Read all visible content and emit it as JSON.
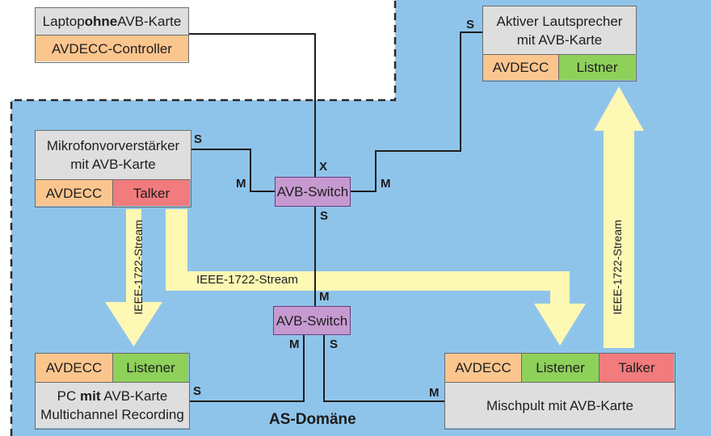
{
  "domain_label": "AS-Domäne",
  "laptop": {
    "title_pre": "Laptop ",
    "title_bold": "ohne",
    "title_post": " AVB-Karte",
    "role": "AVDECC-Controller"
  },
  "speaker": {
    "title": "Aktiver Lautsprecher\nmit AVB-Karte",
    "avdecc": "AVDECC",
    "role": "Listner"
  },
  "mic": {
    "title": "Mikrofonvorverstärker\nmit AVB-Karte",
    "avdecc": "AVDECC",
    "role": "Talker"
  },
  "pc": {
    "avdecc": "AVDECC",
    "role": "Listener",
    "line1_pre": "PC ",
    "line1_bold": "mit",
    "line1_post": " AVB-Karte",
    "line2": "Multichannel Recording"
  },
  "mixer": {
    "avdecc": "AVDECC",
    "listener": "Listener",
    "talker": "Talker",
    "title": "Mischpult mit AVB-Karte"
  },
  "switch_top": {
    "label": "AVB-Switch"
  },
  "switch_bottom": {
    "label": "AVB-Switch"
  },
  "streams": {
    "left": "IEEE-1722-Stream",
    "middle": "IEEE-1722-Stream",
    "right": "IEEE-1722-Stream"
  },
  "ports": {
    "mic_s": "S",
    "sw1_m_left": "M",
    "sw1_x": "X",
    "sw1_m_right": "M",
    "sw1_s_bottom": "S",
    "speaker_s": "S",
    "sw2_m_top": "M",
    "sw2_m_left": "M",
    "sw2_s_right": "S",
    "pc_s": "S",
    "mixer_m": "M"
  },
  "colors": {
    "domain_blue": "#8fc4ea",
    "stream_yellow": "#fdf8b4",
    "orange": "#fbc58e",
    "green": "#8ed05a",
    "red": "#f17b7d",
    "purple": "#c69ad0",
    "gray": "#dedede"
  }
}
